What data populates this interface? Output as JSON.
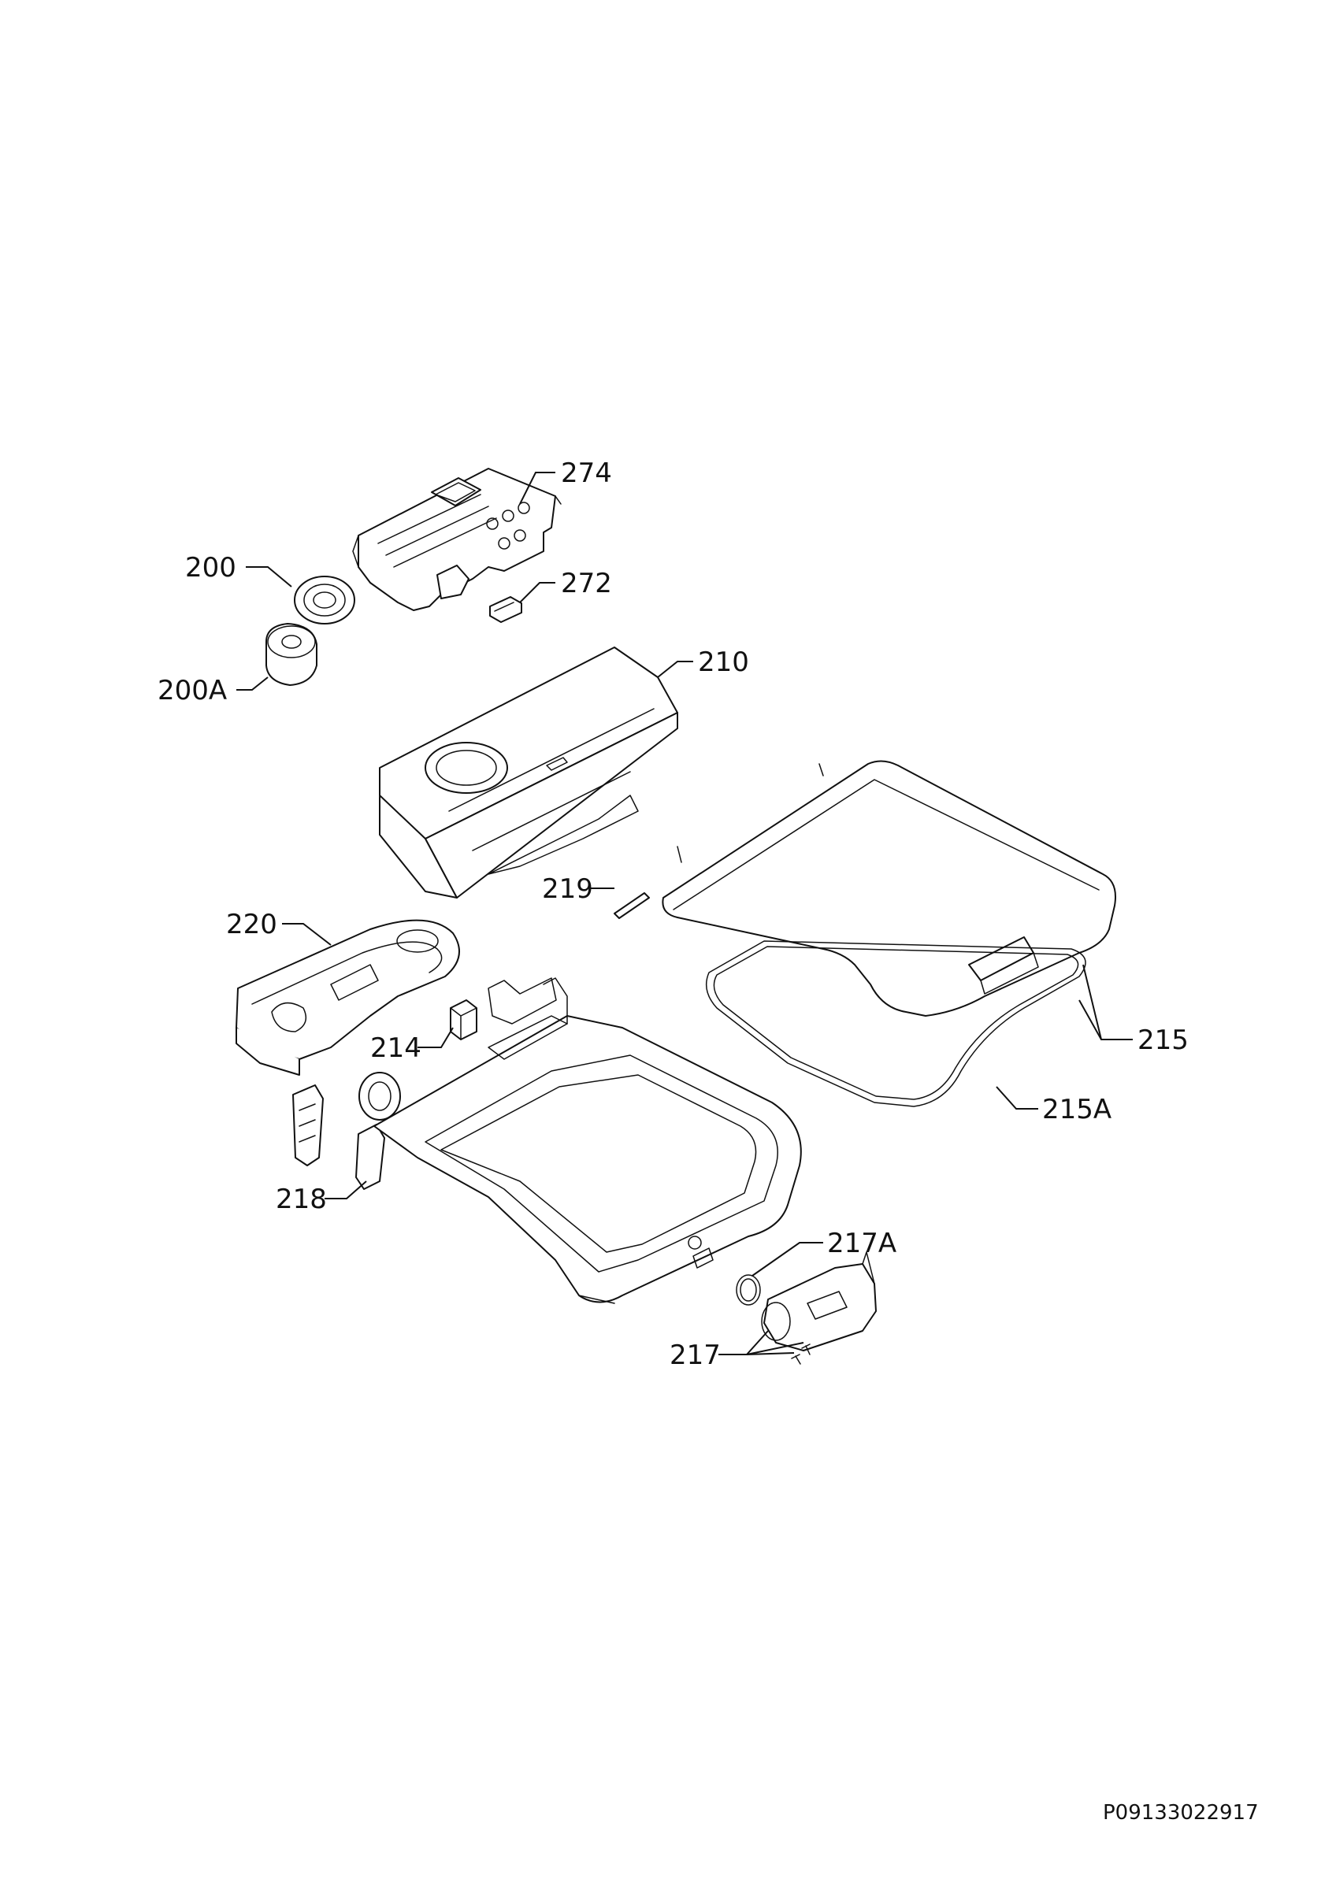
{
  "callouts": {
    "c274": "274",
    "c200": "200",
    "c272": "272",
    "c210": "210",
    "c200a": "200A",
    "c219": "219",
    "c220": "220",
    "c214": "214",
    "c215": "215",
    "c215a": "215A",
    "c218": "218",
    "c217a": "217A",
    "c217": "217"
  },
  "document_number": "P09133022917"
}
